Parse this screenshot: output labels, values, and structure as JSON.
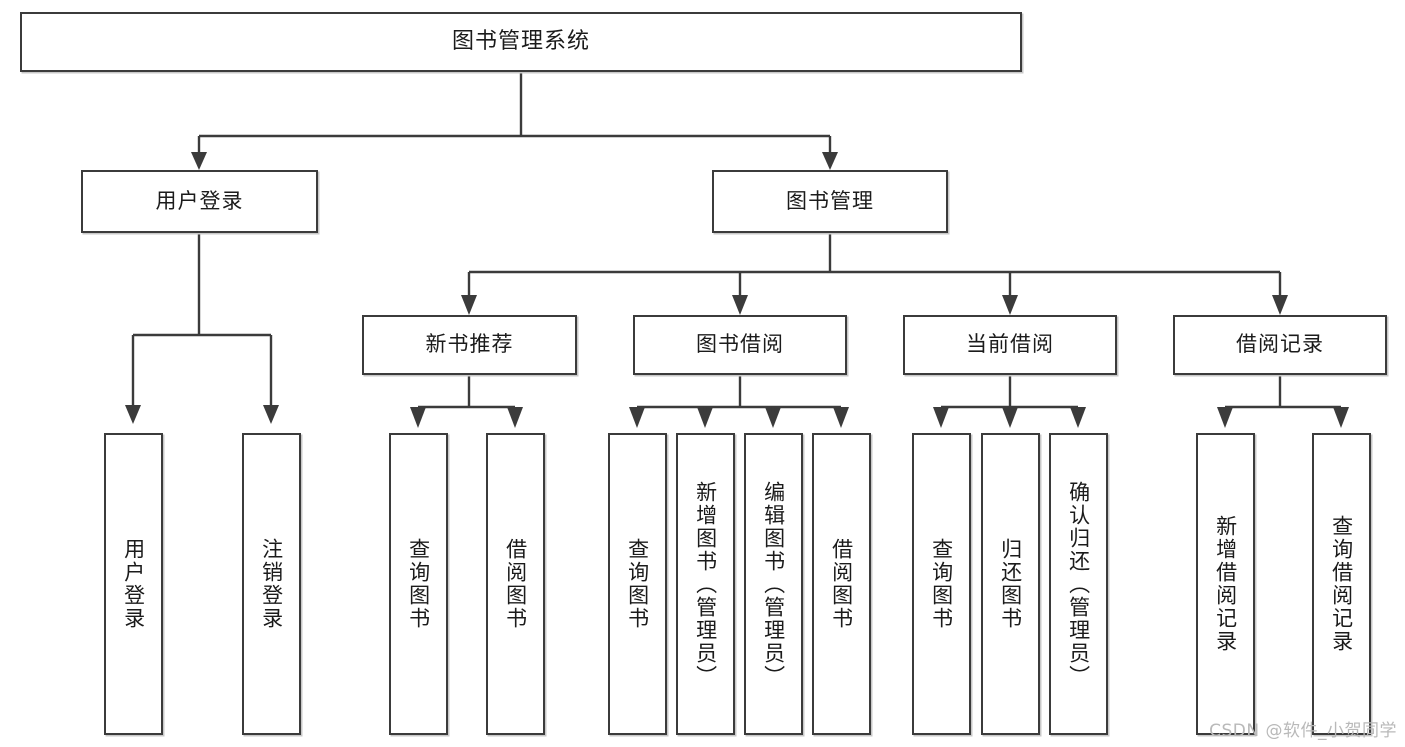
{
  "diagram": {
    "type": "tree-hierarchy",
    "title": "图书管理系统",
    "watermark": "CSDN @软件_小贺同学",
    "colors": {
      "stroke": "#3b3b3b",
      "background": "#ffffff",
      "text": "#1b1b1b",
      "shadow": "#c8c8c8",
      "watermark": "#b9b9b9"
    },
    "root": {
      "label": "图书管理系统"
    },
    "level2": [
      {
        "id": "user-login",
        "label": "用户登录"
      },
      {
        "id": "book-manage",
        "label": "图书管理"
      }
    ],
    "level3": [
      {
        "id": "new-book-recommend",
        "label": "新书推荐",
        "parent": "book-manage"
      },
      {
        "id": "book-borrow",
        "label": "图书借阅",
        "parent": "book-manage"
      },
      {
        "id": "current-borrow",
        "label": "当前借阅",
        "parent": "book-manage"
      },
      {
        "id": "borrow-record",
        "label": "借阅记录",
        "parent": "book-manage"
      }
    ],
    "leaves": {
      "user-login": [
        {
          "id": "leaf-user-login",
          "label": "用户登录"
        },
        {
          "id": "leaf-user-logout",
          "label": "注销登录"
        }
      ],
      "new-book-recommend": [
        {
          "id": "leaf-query-book-1",
          "label": "查询图书"
        },
        {
          "id": "leaf-borrow-book-1",
          "label": "借阅图书"
        }
      ],
      "book-borrow": [
        {
          "id": "leaf-query-book-2",
          "label": "查询图书"
        },
        {
          "id": "leaf-add-book",
          "label": "新增图书（管理员）"
        },
        {
          "id": "leaf-edit-book",
          "label": "编辑图书（管理员）"
        },
        {
          "id": "leaf-borrow-book-2",
          "label": "借阅图书"
        }
      ],
      "current-borrow": [
        {
          "id": "leaf-query-book-3",
          "label": "查询图书"
        },
        {
          "id": "leaf-return-book",
          "label": "归还图书"
        },
        {
          "id": "leaf-confirm-return",
          "label": "确认归还（管理员）"
        }
      ],
      "borrow-record": [
        {
          "id": "leaf-add-record",
          "label": "新增借阅记录"
        },
        {
          "id": "leaf-query-record",
          "label": "查询借阅记录"
        }
      ]
    }
  }
}
